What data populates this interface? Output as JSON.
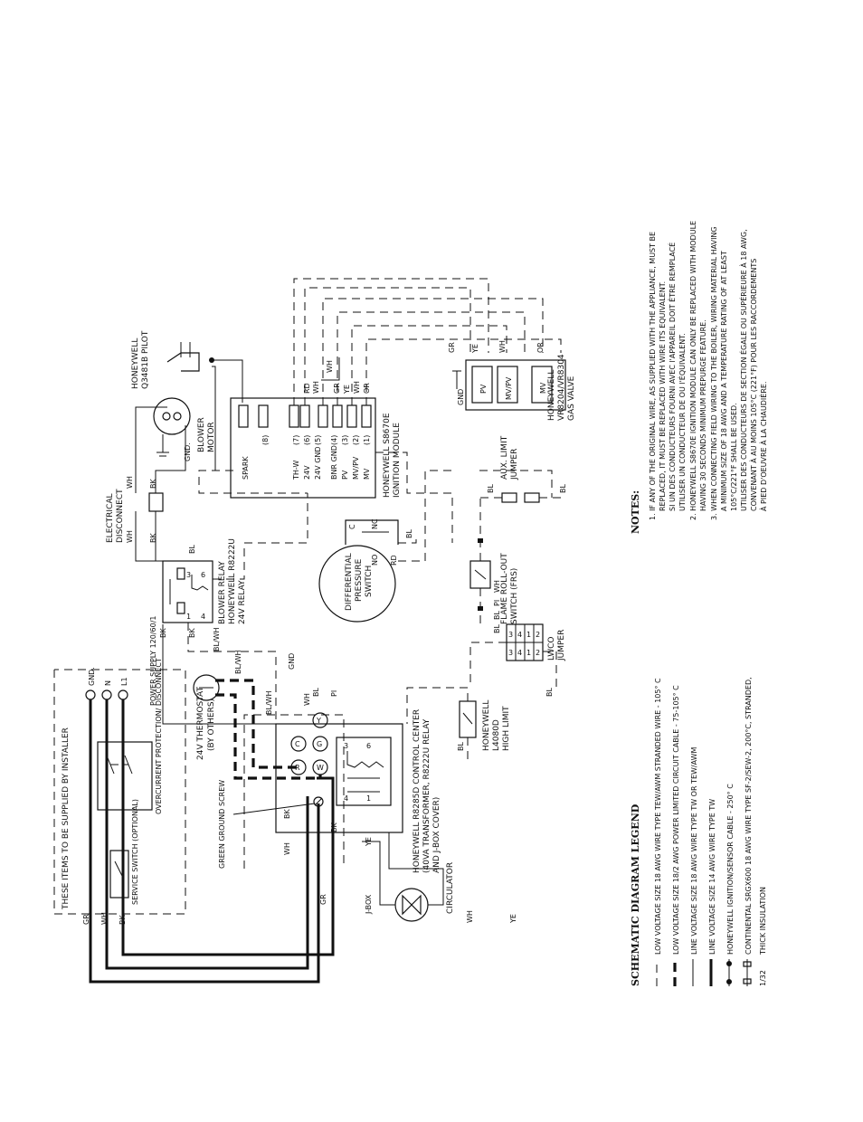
{
  "installer": {
    "header": "THESE ITEMS TO BE SUPPLIED BY INSTALLER",
    "service_switch": "SERVICE SWITCH (OPTIONAL)",
    "overcurrent": "OVERCURRENT PROTECTION/ DISCONNECT",
    "power_supply": "POWER SUPPLY 120/60/1",
    "gnd": "GND.",
    "n": "N",
    "l1": "L1",
    "gr": "GR",
    "wh": "WH",
    "bk": "BK"
  },
  "jbox": {
    "label": "J-BOX",
    "green_ground": "GREEN GROUND SCREW",
    "gr": "GR",
    "wh": "WH",
    "bk": "BK"
  },
  "thermostat": {
    "label": "24V THERMOSTAT",
    "sub": "(BY OTHERS)",
    "wire": "BL/WH"
  },
  "control_center": {
    "title": "HONEYWELL R8285D CONTROL CENTER",
    "sub1": "(40VA TRANSFORMER, R8222U RELAY",
    "sub2": "AND J-BOX COVER)",
    "terminals": [
      "R",
      "C",
      "W",
      "G",
      "Y"
    ],
    "wires": [
      "BL/WH",
      "WH",
      "GND",
      "BL",
      "PI",
      "BK",
      "YE"
    ]
  },
  "circulator": {
    "label": "CIRCULATOR",
    "wh": "WH",
    "ye": "YE"
  },
  "high_limit": {
    "line1": "HONEYWELL",
    "line2": "L4080D",
    "line3": "HIGH LIMIT",
    "wire": "BL"
  },
  "lwco": {
    "line1": "LWCO",
    "line2": "JUMPER",
    "cells": [
      "3",
      "4",
      "1",
      "2",
      "3",
      "4",
      "1",
      "2"
    ],
    "col_labels": [
      "BL",
      "BL",
      "PI",
      "WH"
    ],
    "wire": "BL"
  },
  "frs": {
    "line1": "FLAME ROLL-OUT",
    "line2": "SWITCH (FRS)"
  },
  "aux_limit": {
    "line1": "AUX. LIMIT",
    "line2": "JUMPER",
    "bl": "BL"
  },
  "pressure_switch": {
    "line1": "DIFFERENTIAL",
    "line2": "PRESSURE",
    "line3": "SWITCH",
    "no": "NO",
    "nc": "NC",
    "c": "C",
    "rd": "RD",
    "bl": "BL"
  },
  "blower_relay": {
    "line1": "BLOWER RELAY",
    "line2": "HONEYWELL R8222U",
    "line3": "24V RELAY",
    "pins": [
      "3",
      "6",
      "1",
      "4"
    ],
    "bl": "BL",
    "bk": "BK",
    "bl_wh": "BL/WH"
  },
  "electrical_disconnect": {
    "line1": "ELECTRICAL",
    "line2": "DISCONNECT",
    "wh": "WH",
    "bk": "BK"
  },
  "blower_motor": {
    "line1": "BLOWER",
    "line2": "MOTOR",
    "gnd": "GND."
  },
  "pilot": {
    "line1": "HONEYWELL",
    "line2": "Q3481B PILOT",
    "wh": "WH"
  },
  "ignition_module": {
    "title": "HONEYWELL S8670E",
    "sub": "IGNITION MODULE",
    "rows": [
      {
        "label": "SPARK",
        "pin": "(8)"
      },
      {
        "label": "TH-W",
        "pin": "(7)"
      },
      {
        "label": "24V",
        "pin": "(6)"
      },
      {
        "label": "24V GND",
        "pin": "(5)"
      },
      {
        "label": "BNR GND",
        "pin": "(4)"
      },
      {
        "label": "PV",
        "pin": "(3)"
      },
      {
        "label": "MV/PV",
        "pin": "(2)"
      },
      {
        "label": "MV",
        "pin": "(1)"
      }
    ],
    "wires": [
      "RD",
      "WH",
      "GR",
      "YE",
      "WH",
      "OR"
    ]
  },
  "gas_valve": {
    "line1": "HONEYWELL",
    "line2": "VR8204/VR8304",
    "line3": "GAS VALVE",
    "terminals": [
      "PV",
      "MV/PV",
      "MV"
    ],
    "gnd": "GND",
    "wires": [
      "GR",
      "YE",
      "WH",
      "OR"
    ]
  },
  "legend": {
    "title": "SCHEMATIC DIAGRAM LEGEND",
    "items": [
      "LOW VOLTAGE SIZE 18 AWG WIRE TYPE TEW/AWM STRANDED WIRE - 105° C",
      "LOW VOLTAGE SIZE 18/2 AWG POWER LIMITED CIRCUIT CABLE - 75-105° C",
      "LINE VOLTAGE SIZE 18 AWG WIRE TYPE TW OR TEW/AWM",
      "LINE VOLTAGE SIZE 14 AWG WIRE TYPE TW",
      "HONEYWELL IGNITION/SENSOR CABLE - 250° C",
      "CONTINENTAL SRGX600 18 AWG WIRE TYPE SF-2/SEW-2, 200°C, STRANDED,",
      "THICK INSULATION"
    ],
    "fraction": "1/32"
  },
  "notes": {
    "title": "NOTES:",
    "lines": [
      "1. IF ANY OF THE ORIGINAL WIRE, AS SUPPLIED WITH THE APPLIANCE, MUST BE",
      "REPLACED, IT MUST BE REPLACED WITH WIRE ITS EQUIVALENT.",
      "SI UN DES CONDUCTEURS FOURNI AVEC l'APPAREIL DOIT ÊTRE REMPLACÉ",
      "UTILISER UN CONDUCTEUR DE OU l'ÉQUIVALENT.",
      "2. HONEYWELL S8670E IGNITION MODULE CAN ONLY BE REPLACED WITH MODULE",
      "HAVING 30 SECONDS MINIMUM PREPURGE FEATURE.",
      "3. WHEN CONNECTING FIELD WIRING TO THE BOILER, WIRING MATERIAL HAVING",
      "A MINIMUM SIZE OF 18 AWG AND A TEMPERATURE RATING OF AT LEAST",
      "105°C/221°F SHALL BE USED.",
      "UTILISER DES CONDUCTEURS DE SECTION ÉGALE OU SUPÉRIEURE À 18 AWG,",
      "CONVENANT À AU MOINS 105°C (221°F) POUR LES RACCORDEMENTS",
      "À PIED D'OEUVRE À LA CHAUDIÈRE."
    ]
  }
}
